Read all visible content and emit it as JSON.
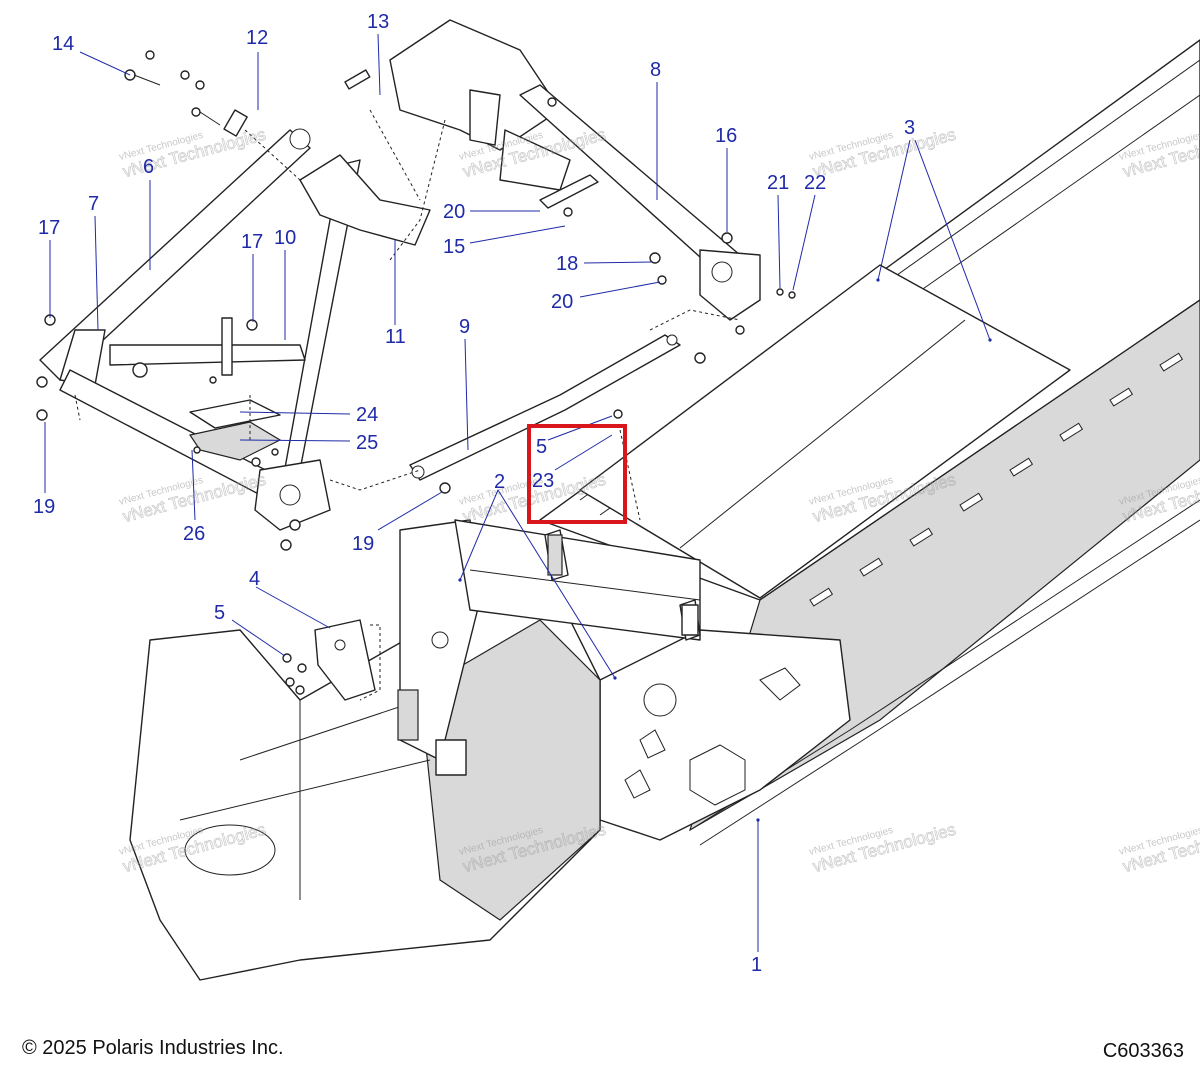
{
  "footer": {
    "copyright": "© 2025 Polaris Industries Inc.",
    "diagram_code": "C603363"
  },
  "watermark": {
    "line1": "vNext Technologies",
    "line2": "vNext Technologies"
  },
  "callouts": [
    {
      "id": "14",
      "label": "14"
    },
    {
      "id": "12",
      "label": "12"
    },
    {
      "id": "13",
      "label": "13"
    },
    {
      "id": "8",
      "label": "8"
    },
    {
      "id": "16",
      "label": "16"
    },
    {
      "id": "3",
      "label": "3"
    },
    {
      "id": "6",
      "label": "6"
    },
    {
      "id": "21",
      "label": "21"
    },
    {
      "id": "22",
      "label": "22"
    },
    {
      "id": "17a",
      "label": "17"
    },
    {
      "id": "7",
      "label": "7"
    },
    {
      "id": "17b",
      "label": "17"
    },
    {
      "id": "10",
      "label": "10"
    },
    {
      "id": "20a",
      "label": "20"
    },
    {
      "id": "15",
      "label": "15"
    },
    {
      "id": "18",
      "label": "18"
    },
    {
      "id": "20b",
      "label": "20"
    },
    {
      "id": "11",
      "label": "11"
    },
    {
      "id": "9",
      "label": "9"
    },
    {
      "id": "24",
      "label": "24"
    },
    {
      "id": "25",
      "label": "25"
    },
    {
      "id": "5a",
      "label": "5"
    },
    {
      "id": "23",
      "label": "23"
    },
    {
      "id": "19a",
      "label": "19"
    },
    {
      "id": "2",
      "label": "2"
    },
    {
      "id": "26",
      "label": "26"
    },
    {
      "id": "19b",
      "label": "19"
    },
    {
      "id": "4",
      "label": "4"
    },
    {
      "id": "5b",
      "label": "5"
    },
    {
      "id": "1",
      "label": "1"
    }
  ],
  "highlight": {
    "color": "#d9161c",
    "target": "23"
  },
  "colors": {
    "callout": "#1f2aa8",
    "line": "#222222"
  }
}
